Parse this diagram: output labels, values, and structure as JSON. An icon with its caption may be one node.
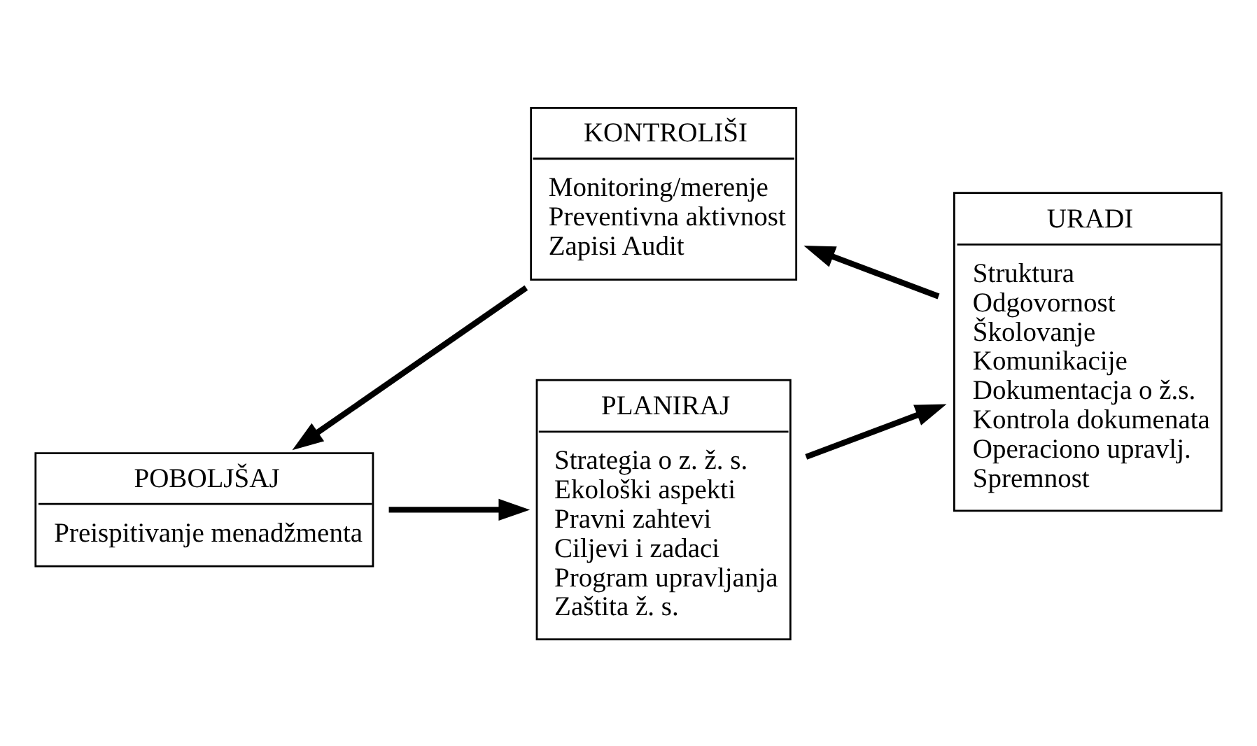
{
  "diagram": {
    "nodes": [
      {
        "text": [
          "PLANIRAJ",
          "Strategia o z. ž. s.",
          "Ekološki aspekti",
          "Pravni zahtevi",
          "Ciljevi i zadaci",
          "Program upravljanja",
          "Zaštita ž. s."
        ]
      },
      {
        "text": [
          "URADI",
          "Struktura",
          "Odgovornost",
          "Školovanje",
          "Komunikacije",
          "Dokumentacja o ž.s.",
          "Kontrola dokumenata",
          "Operaciono upravlj.",
          "Spremnost"
        ]
      },
      {
        "text": [
          "KONTROLIŠI",
          "Monitoring/merenje",
          "Preventivna aktivnost",
          "Zapisi Audit"
        ]
      },
      {
        "text": [
          "POBOLJŠAJ",
          "Preispitivanje menadžmenta"
        ]
      }
    ],
    "edges": [
      {
        "from": 3,
        "to": 0,
        "arrow": "to"
      },
      {
        "from": 0,
        "to": 1,
        "arrow": "to"
      },
      {
        "from": 1,
        "to": 2,
        "arrow": "to"
      },
      {
        "from": 2,
        "to": 3,
        "arrow": "to"
      }
    ]
  }
}
